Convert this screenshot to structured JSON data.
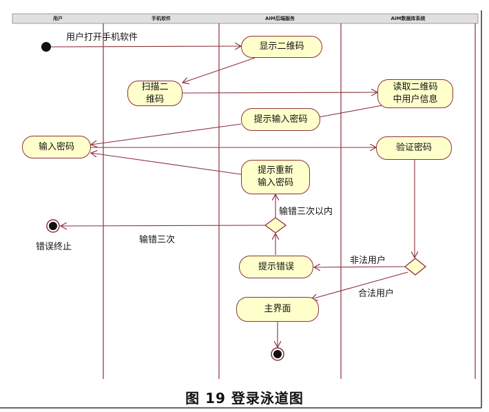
{
  "lanes": [
    "用户",
    "手机软件",
    "AIM后端服务",
    "AIM数据库系统"
  ],
  "nodes": {
    "show_qr": "显示二维码",
    "scan_qr": "扫描二\n维码",
    "read_qr": "读取二维码\n中用户信息",
    "prompt_pwd": "提示输入密码",
    "input_pwd": "输入密码",
    "verify_pwd": "验证密码",
    "prompt_retry": "提示重新\n输入密码",
    "prompt_error": "提示错误",
    "main_ui": "主界面"
  },
  "labels": {
    "open_app": "用户打开手机软件",
    "wrong_lt3": "输错三次以内",
    "wrong_3": "输错三次",
    "error_end": "错误终止",
    "illegal_user": "非法用户",
    "legal_user": "合法用户"
  },
  "caption": "图 19 登录泳道图",
  "colors": {
    "line": "#8b2f3a",
    "node_fill": "#ffffcc",
    "header_fill": "#e0e0e0"
  }
}
